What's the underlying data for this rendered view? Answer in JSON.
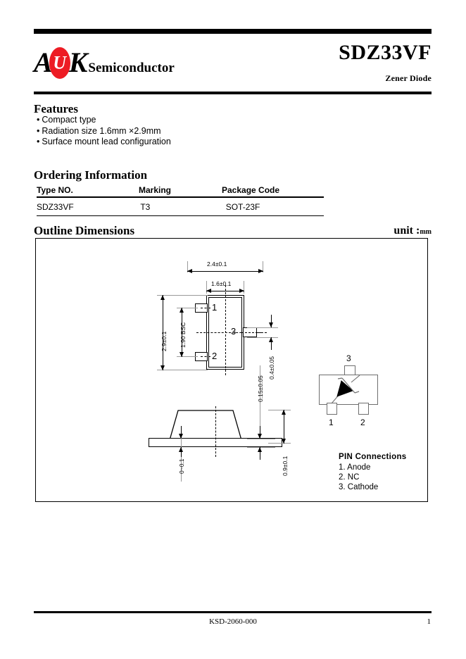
{
  "header": {
    "logo": {
      "letter_a": "A",
      "letter_u": "U",
      "letter_k": "K",
      "wordmark": "Semiconductor",
      "accent_color": "#ED1C24"
    },
    "part_number": "SDZ33VF",
    "subtitle": "Zener Diode"
  },
  "features": {
    "title": "Features",
    "bullet": "•",
    "items": [
      "Compact type",
      "Radiation size 1.6mm ×2.9mm",
      "Surface mount lead configuration"
    ]
  },
  "ordering": {
    "title": "Ordering Information",
    "columns": [
      "Type NO.",
      "Marking",
      "Package Code"
    ],
    "rows": [
      {
        "type_no": "SDZ33VF",
        "marking": "T3",
        "package_code": "SOT-23F"
      }
    ]
  },
  "outline": {
    "title": "Outline Dimensions",
    "unit_label": "unit :",
    "unit_value": "mm",
    "top_view": {
      "dim_width_outer": "2.4±0.1",
      "dim_width_body": "1.6±0.1",
      "dim_height_outer": "2.9±0.1",
      "dim_pitch": "1.90 BSC",
      "dim_lead_width": "0.4±0.05",
      "pins": [
        "1",
        "2",
        "3"
      ]
    },
    "side_view": {
      "dim_lead_thickness": "0.15±0.05",
      "dim_standoff": "0~0.1",
      "dim_height": "0.9±0.1"
    }
  },
  "pin_connections": {
    "title": "PIN Connections",
    "diagram_pins": [
      "1",
      "2",
      "3"
    ],
    "items": [
      "1. Anode",
      "2. NC",
      "3. Cathode"
    ]
  },
  "footer": {
    "doc_code": "KSD-2060-000",
    "page_number": "1"
  }
}
